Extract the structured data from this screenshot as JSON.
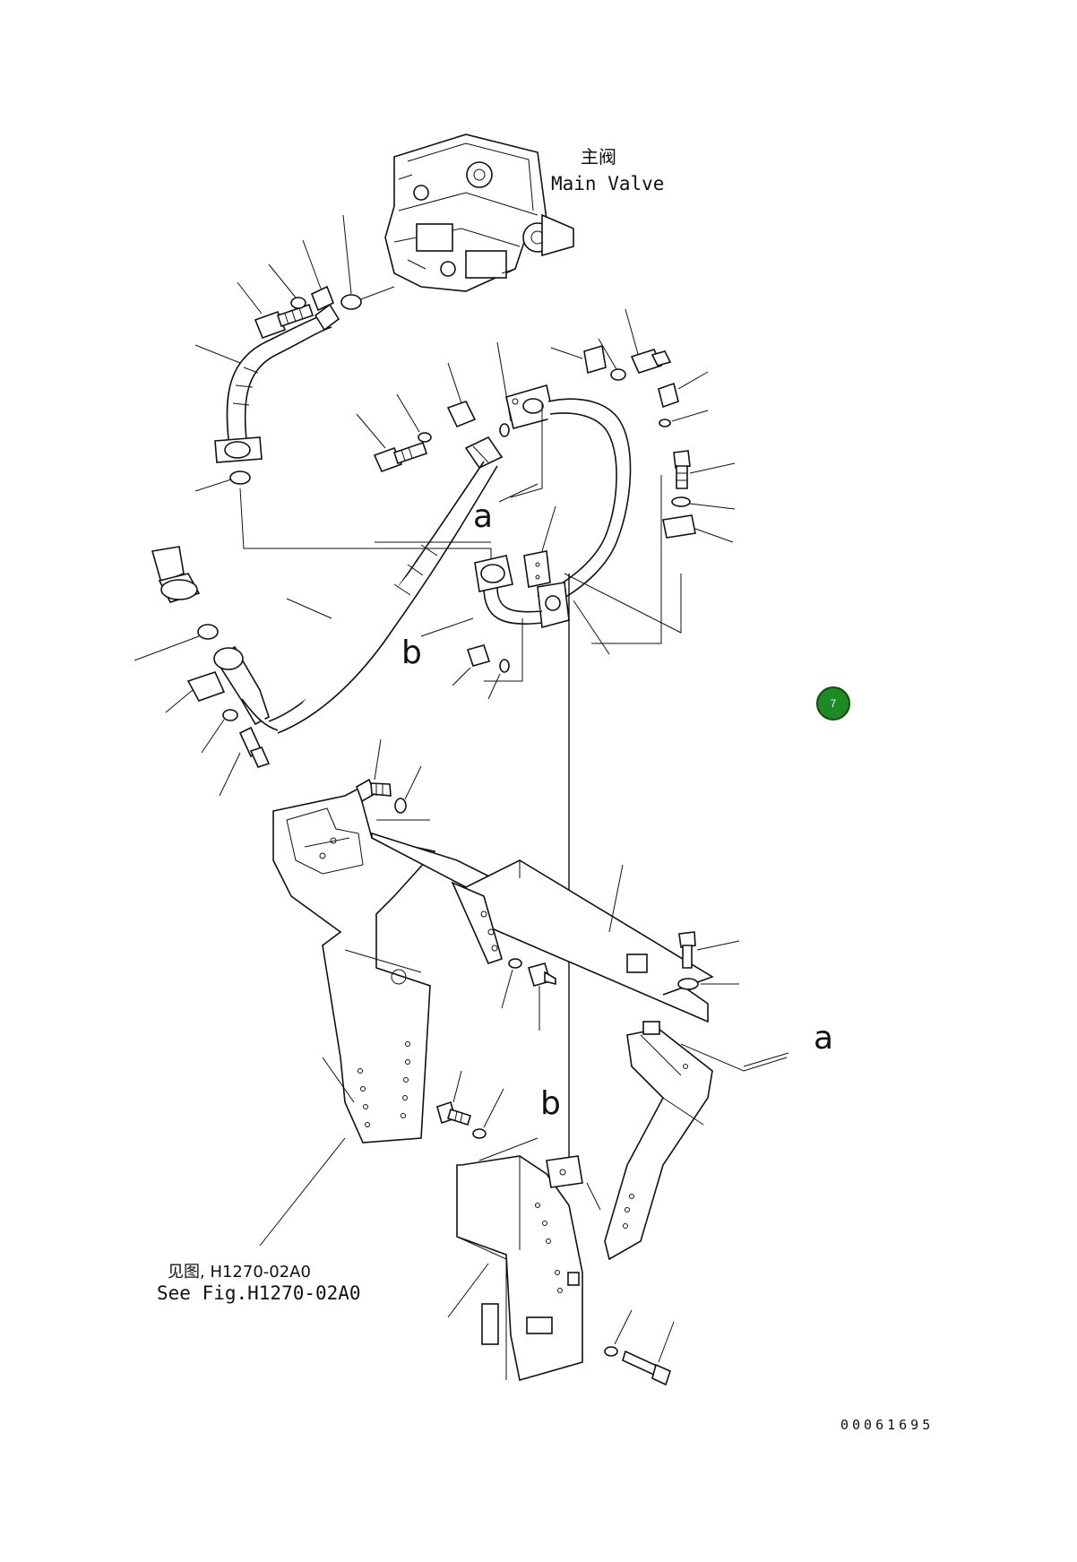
{
  "labels": {
    "main_valve_cn": "主阀",
    "main_valve_en": "Main Valve",
    "see_fig_cn": "见图, H1270-02A0",
    "see_fig_en": "See Fig.H1270-02A0",
    "callout_a_upper": "a",
    "callout_b_upper": "b",
    "callout_a_lower": "a",
    "callout_b_lower": "b",
    "drawing_number": "00061695"
  },
  "page_badge": {
    "number": "7",
    "color": "#1e8a24"
  }
}
